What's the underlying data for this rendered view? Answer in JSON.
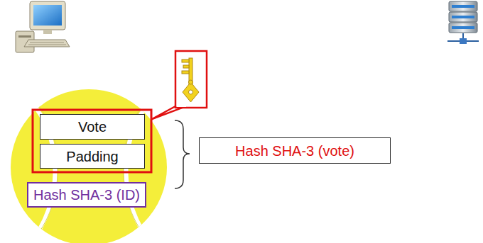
{
  "diagram": {
    "nodes": [
      {
        "text": [
          "Vote"
        ]
      },
      {
        "text": [
          "Padding"
        ]
      },
      {
        "text": [
          "Hash SHA-3 (vote)"
        ]
      },
      {
        "text": [
          "Hash SHA-3 (ID)"
        ]
      }
    ]
  }
}
